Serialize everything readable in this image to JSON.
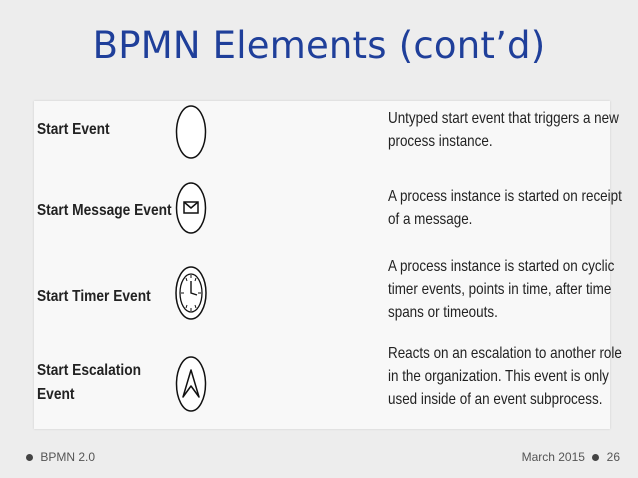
{
  "slide": {
    "title": "BPMN Elements (cont’d)"
  },
  "events": [
    {
      "name": [
        "Start Event"
      ],
      "description": [
        "Untyped start event that triggers a new",
        "process instance."
      ]
    },
    {
      "name": [
        "Start Message Event"
      ],
      "description": [
        "A process instance is started on receipt",
        "of a message."
      ]
    },
    {
      "name": [
        "Start Timer Event"
      ],
      "description": [
        "A process instance is started on cyclic",
        "timer events, points in time, after time",
        "spans or timeouts."
      ]
    },
    {
      "name": [
        "Start Escalation",
        "Event"
      ],
      "description": [
        "Reacts on an escalation to another role",
        "in the organization. This event is only",
        "used inside of an event subprocess."
      ]
    }
  ],
  "footer": {
    "left": "BPMN 2.0",
    "date": "March 2015",
    "page": "26"
  }
}
